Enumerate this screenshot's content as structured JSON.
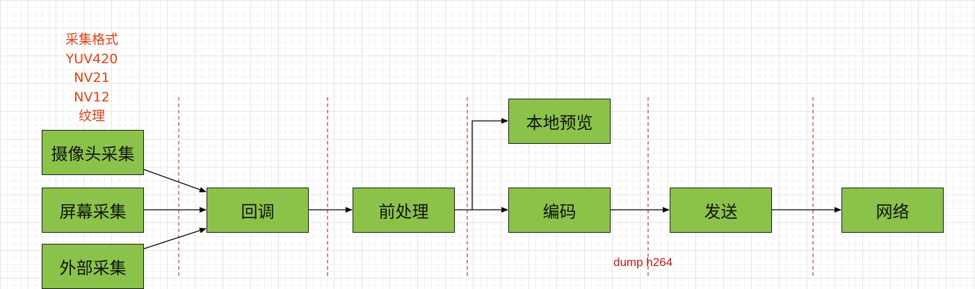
{
  "capture_formats": {
    "title": "采集格式",
    "items": [
      "YUV420",
      "NV21",
      "NV12",
      "纹理"
    ]
  },
  "nodes": {
    "camera_capture": "摄像头采集",
    "screen_capture": "屏幕采集",
    "external_capture": "外部采集",
    "callback": "回调",
    "preprocess": "前处理",
    "local_preview": "本地预览",
    "encode": "编码",
    "send": "发送",
    "network": "网络"
  },
  "annotation": "dump h264",
  "colors": {
    "node_fill": "#8bc34a",
    "node_border": "#1a1a1a",
    "note_text": "#d84315",
    "separator": "#c0392b",
    "arrow": "#000000"
  }
}
